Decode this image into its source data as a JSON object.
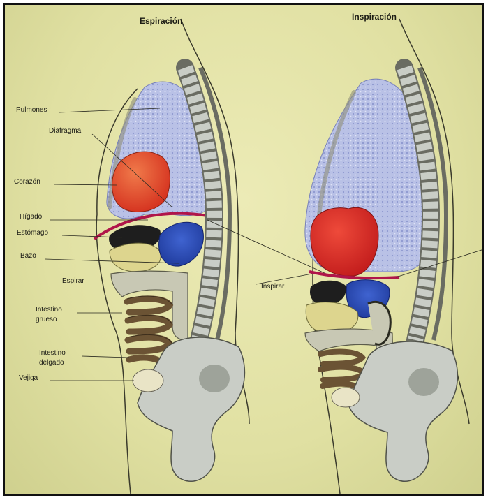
{
  "titles": {
    "left": "Espiración",
    "right": "Inspiración"
  },
  "labels": {
    "lungs": "Pulmones",
    "diaphragm": "Diafragma",
    "heart": "Corazón",
    "liver": "Hígado",
    "stomach": "Estómago",
    "spleen": "Bazo",
    "exhale": "Espirar",
    "large_intestine_1": "Intestino",
    "large_intestine_2": "grueso",
    "small_intestine_1": "Intestino",
    "small_intestine_2": "delgado",
    "bladder": "Vejiga",
    "inhale": "Inspirar"
  },
  "colors": {
    "background": "#e4e4a8",
    "lungs": "#b7bfe6",
    "heart": "#e2432a",
    "diaphragm": "#b0154a",
    "stomach": "#2a4bb0",
    "liver": "#1e1e1e",
    "colon": "#c8c8b4",
    "small_intestine": "#6b5334",
    "bone": "#c9cdc6"
  }
}
